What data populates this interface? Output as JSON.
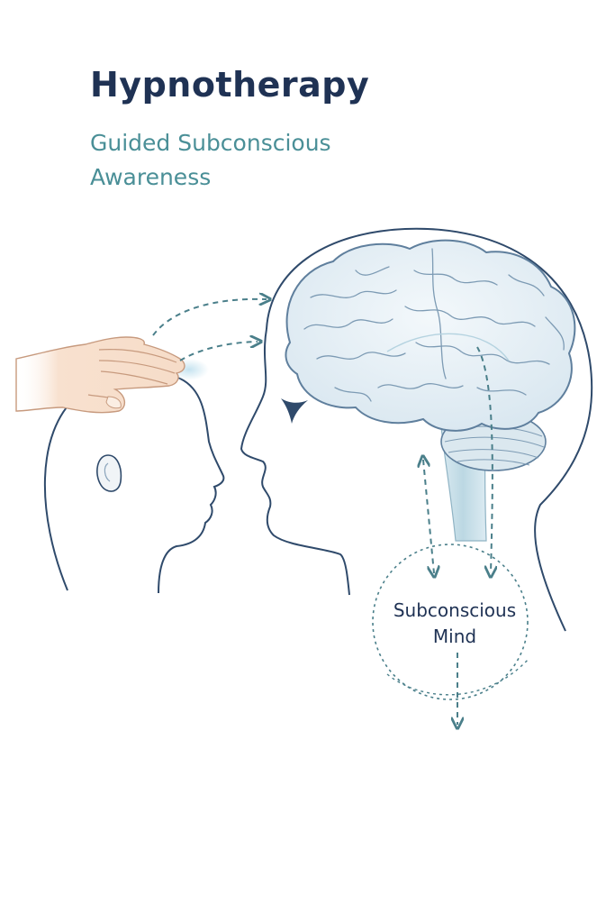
{
  "header": {
    "title": "Hypnotherapy",
    "subtitle": "Guided Subconscious Awareness"
  },
  "diagram": {
    "circle_label_line1": "Subconscious",
    "circle_label_line2": "Mind"
  },
  "colors": {
    "title": "#1f3254",
    "subtitle": "#4a8f97",
    "outline": "#2f4a6b",
    "brain_fill": "#e6eff5",
    "brain_stroke": "#6f8fad",
    "arrow": "#4a7f8a",
    "skin": "#f8e1cf",
    "skin_stroke": "#c79a7e",
    "label": "#1f3254"
  }
}
